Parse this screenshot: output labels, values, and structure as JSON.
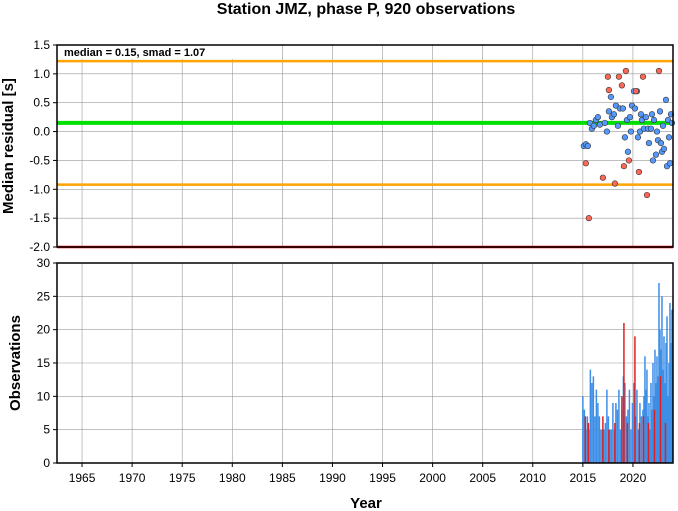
{
  "title": "Station JMZ, phase P, 920 observations",
  "chart_data": [
    {
      "type": "scatter",
      "ylabel": "Median residual [s]",
      "xlim": [
        1962.5,
        2024.0
      ],
      "ylim": [
        -2.0,
        1.5
      ],
      "yticks": [
        "1.5",
        "1.0",
        "0.5",
        "0.0",
        "-0.5",
        "-1.0",
        "-1.5",
        "-2.0"
      ],
      "grid": true,
      "annotation": "median = 0.15, smad = 1.07",
      "reference_lines": [
        {
          "y": 1.22,
          "color": "#ffa500"
        },
        {
          "y": 0.15,
          "color": "#00e000"
        },
        {
          "y": -0.92,
          "color": "#ffa500"
        },
        {
          "y": -2.0,
          "color": "#e00000"
        }
      ],
      "series": [
        {
          "color": "#5599ff",
          "points": [
            [
              2015.1,
              -0.25
            ],
            [
              2015.3,
              -0.22
            ],
            [
              2015.5,
              -0.25
            ],
            [
              2015.7,
              0.15
            ],
            [
              2015.9,
              0.05
            ],
            [
              2016.1,
              0.1
            ],
            [
              2016.3,
              0.2
            ],
            [
              2016.5,
              0.25
            ],
            [
              2016.7,
              0.12
            ],
            [
              2017.2,
              0.15
            ],
            [
              2017.4,
              0.0
            ],
            [
              2017.6,
              0.35
            ],
            [
              2017.8,
              0.6
            ],
            [
              2017.9,
              0.25
            ],
            [
              2018.1,
              0.3
            ],
            [
              2018.3,
              0.45
            ],
            [
              2018.5,
              0.1
            ],
            [
              2018.7,
              0.4
            ],
            [
              2019.0,
              0.4
            ],
            [
              2019.2,
              -0.1
            ],
            [
              2019.4,
              0.2
            ],
            [
              2019.5,
              -0.35
            ],
            [
              2019.7,
              0.25
            ],
            [
              2019.8,
              0.0
            ],
            [
              2019.9,
              0.45
            ],
            [
              2020.1,
              0.7
            ],
            [
              2020.2,
              0.4
            ],
            [
              2020.4,
              0.7
            ],
            [
              2020.5,
              -0.1
            ],
            [
              2020.7,
              0.0
            ],
            [
              2020.8,
              0.3
            ],
            [
              2020.9,
              0.2
            ],
            [
              2021.1,
              0.05
            ],
            [
              2021.3,
              0.25
            ],
            [
              2021.5,
              0.05
            ],
            [
              2021.6,
              -0.2
            ],
            [
              2021.8,
              0.05
            ],
            [
              2021.9,
              0.3
            ],
            [
              2022.0,
              -0.5
            ],
            [
              2022.1,
              0.2
            ],
            [
              2022.3,
              -0.4
            ],
            [
              2022.4,
              0.0
            ],
            [
              2022.5,
              -0.15
            ],
            [
              2022.7,
              0.35
            ],
            [
              2022.8,
              -0.2
            ],
            [
              2022.9,
              -0.35
            ],
            [
              2023.0,
              0.1
            ],
            [
              2023.1,
              -0.3
            ],
            [
              2023.3,
              0.55
            ],
            [
              2023.4,
              -0.6
            ],
            [
              2023.5,
              0.2
            ],
            [
              2023.6,
              -0.1
            ],
            [
              2023.7,
              -0.55
            ],
            [
              2023.8,
              0.3
            ],
            [
              2023.9,
              0.15
            ]
          ]
        },
        {
          "color": "#ff6655",
          "points": [
            [
              2015.3,
              -0.55
            ],
            [
              2015.6,
              -1.5
            ],
            [
              2017.0,
              -0.8
            ],
            [
              2017.5,
              0.95
            ],
            [
              2017.6,
              0.72
            ],
            [
              2018.2,
              -0.9
            ],
            [
              2018.6,
              0.95
            ],
            [
              2018.9,
              0.8
            ],
            [
              2019.1,
              -0.6
            ],
            [
              2019.3,
              1.05
            ],
            [
              2019.6,
              -0.5
            ],
            [
              2020.3,
              0.7
            ],
            [
              2020.6,
              -0.7
            ],
            [
              2021.0,
              0.95
            ],
            [
              2021.4,
              -1.1
            ],
            [
              2022.6,
              1.05
            ]
          ]
        }
      ]
    },
    {
      "type": "bar",
      "ylabel": "Observations",
      "xlabel": "Year",
      "xlim": [
        1962.5,
        2024.0
      ],
      "ylim": [
        0,
        30
      ],
      "yticks": [
        "0",
        "5",
        "10",
        "15",
        "20",
        "25",
        "30"
      ],
      "xticks": [
        "1965",
        "1970",
        "1975",
        "1980",
        "1985",
        "1990",
        "1995",
        "2000",
        "2005",
        "2010",
        "2015",
        "2020"
      ],
      "grid": true,
      "series": [
        {
          "color": "#3d8ee6",
          "points": [
            [
              2015.0,
              10
            ],
            [
              2015.15,
              8
            ],
            [
              2015.3,
              5
            ],
            [
              2015.45,
              7
            ],
            [
              2015.6,
              5
            ],
            [
              2015.75,
              14
            ],
            [
              2015.9,
              12
            ],
            [
              2016.05,
              13
            ],
            [
              2016.2,
              7
            ],
            [
              2016.35,
              11
            ],
            [
              2016.5,
              9
            ],
            [
              2016.65,
              7
            ],
            [
              2016.8,
              5
            ],
            [
              2016.95,
              5
            ],
            [
              2017.1,
              5
            ],
            [
              2017.25,
              6
            ],
            [
              2017.4,
              11
            ],
            [
              2017.55,
              7
            ],
            [
              2017.7,
              5
            ],
            [
              2017.85,
              5
            ],
            [
              2018.0,
              9
            ],
            [
              2018.15,
              5
            ],
            [
              2018.3,
              9
            ],
            [
              2018.45,
              8
            ],
            [
              2018.6,
              11
            ],
            [
              2018.75,
              5
            ],
            [
              2018.9,
              8
            ],
            [
              2019.05,
              13
            ],
            [
              2019.2,
              12
            ],
            [
              2019.35,
              7
            ],
            [
              2019.5,
              8
            ],
            [
              2019.65,
              11
            ],
            [
              2019.8,
              5
            ],
            [
              2019.95,
              9
            ],
            [
              2020.1,
              12
            ],
            [
              2020.25,
              7
            ],
            [
              2020.4,
              11
            ],
            [
              2020.55,
              5
            ],
            [
              2020.7,
              9
            ],
            [
              2020.85,
              7
            ],
            [
              2021.0,
              8
            ],
            [
              2021.1,
              10
            ],
            [
              2021.2,
              16
            ],
            [
              2021.3,
              11
            ],
            [
              2021.4,
              14
            ],
            [
              2021.5,
              7
            ],
            [
              2021.6,
              9
            ],
            [
              2021.7,
              5
            ],
            [
              2021.8,
              12
            ],
            [
              2021.9,
              8
            ],
            [
              2022.0,
              15
            ],
            [
              2022.1,
              10
            ],
            [
              2022.2,
              17
            ],
            [
              2022.3,
              12
            ],
            [
              2022.4,
              16
            ],
            [
              2022.5,
              13
            ],
            [
              2022.6,
              27
            ],
            [
              2022.7,
              20
            ],
            [
              2022.8,
              17
            ],
            [
              2022.9,
              25
            ],
            [
              2023.0,
              14
            ],
            [
              2023.1,
              19
            ],
            [
              2023.2,
              12
            ],
            [
              2023.3,
              18
            ],
            [
              2023.4,
              22
            ],
            [
              2023.5,
              10
            ],
            [
              2023.6,
              15
            ],
            [
              2023.7,
              24
            ],
            [
              2023.8,
              18
            ],
            [
              2023.9,
              23
            ]
          ]
        },
        {
          "color": "#e02020",
          "points": [
            [
              2015.25,
              7
            ],
            [
              2015.55,
              6
            ],
            [
              2017.0,
              7
            ],
            [
              2017.6,
              5
            ],
            [
              2018.2,
              6
            ],
            [
              2018.9,
              10
            ],
            [
              2019.1,
              21
            ],
            [
              2019.45,
              6
            ],
            [
              2020.2,
              19
            ],
            [
              2020.65,
              6
            ],
            [
              2021.05,
              7
            ],
            [
              2021.55,
              6
            ],
            [
              2022.15,
              8
            ],
            [
              2022.75,
              13
            ],
            [
              2023.25,
              6
            ]
          ]
        }
      ]
    }
  ]
}
